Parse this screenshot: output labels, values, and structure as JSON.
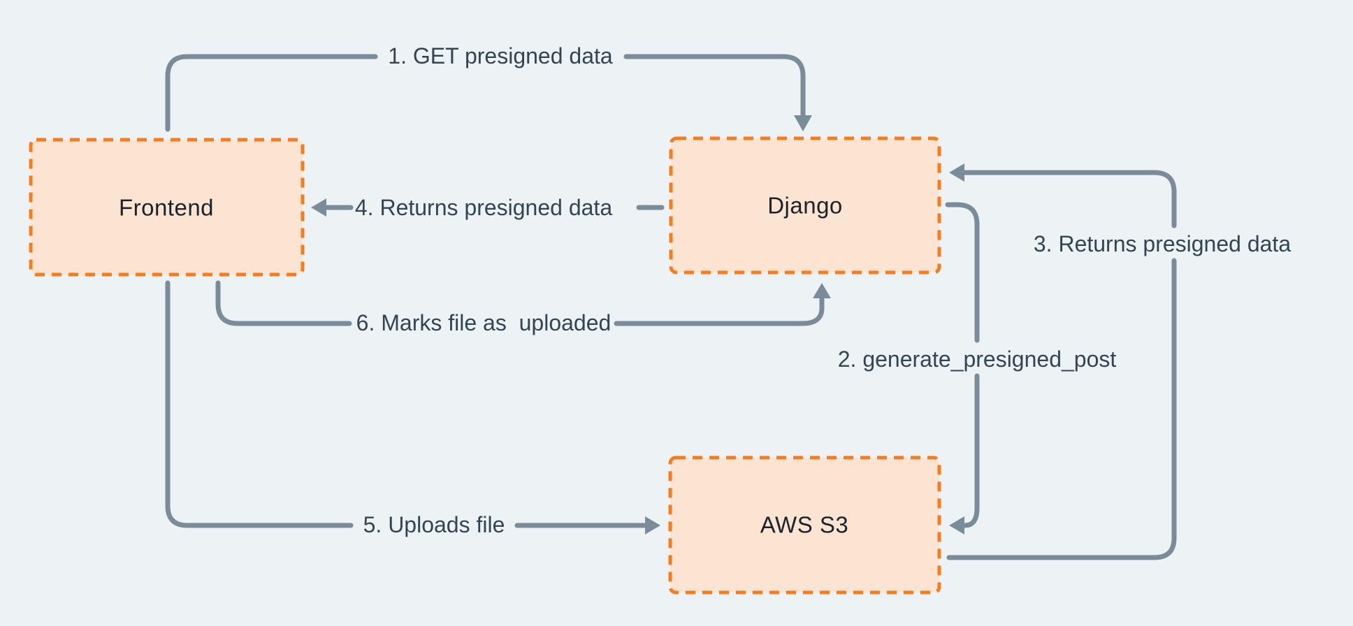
{
  "diagram": {
    "nodes": [
      {
        "id": "frontend",
        "label": "Frontend"
      },
      {
        "id": "django",
        "label": "Django"
      },
      {
        "id": "aws-s3",
        "label": "AWS S3"
      }
    ],
    "edges": [
      {
        "step": "1",
        "label": "1. GET presigned data",
        "from": "Frontend",
        "to": "Django"
      },
      {
        "step": "2",
        "label": "2. generate_presigned_post",
        "from": "Django",
        "to": "AWS S3"
      },
      {
        "step": "3",
        "label": "3. Returns presigned data",
        "from": "AWS S3",
        "to": "Django"
      },
      {
        "step": "4",
        "label": "4. Returns presigned data",
        "from": "Django",
        "to": "Frontend"
      },
      {
        "step": "5",
        "label": "5. Uploads file",
        "from": "Frontend",
        "to": "AWS S3"
      },
      {
        "step": "6",
        "label": "6. Marks file as  uploaded",
        "from": "Frontend",
        "to": "Django"
      }
    ],
    "colors": {
      "background": "#edf2f5",
      "node_fill": "#fce4d3",
      "node_border": "#f57d1f",
      "edge_stroke": "#7a8b9a",
      "edge_text": "#334452",
      "node_text": "#1a232c"
    }
  }
}
